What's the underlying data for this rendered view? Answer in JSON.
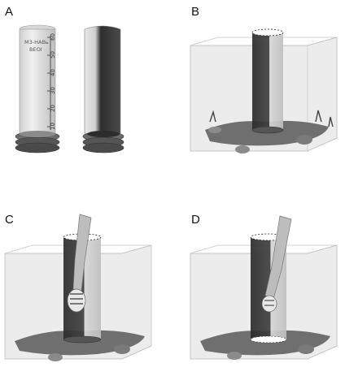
{
  "panels": [
    {
      "label": "A"
    },
    {
      "label": "B"
    },
    {
      "label": "C"
    },
    {
      "label": "D"
    }
  ],
  "cylinder": {
    "brand_line1": "МЗ-НАВь",
    "brand_line2": "ВЕОІ",
    "scale_ticks": [
      "60",
      "50",
      "40",
      "30",
      "20",
      "10"
    ]
  },
  "colors": {
    "tank_glass": "#e6e6e6",
    "cylinder_dark": "#3a3a3a",
    "cylinder_light": "#e2e2e2",
    "base_ring": "#5a5a5a",
    "gravel": "#6d6d6d",
    "arm": "#bdbdbd"
  }
}
